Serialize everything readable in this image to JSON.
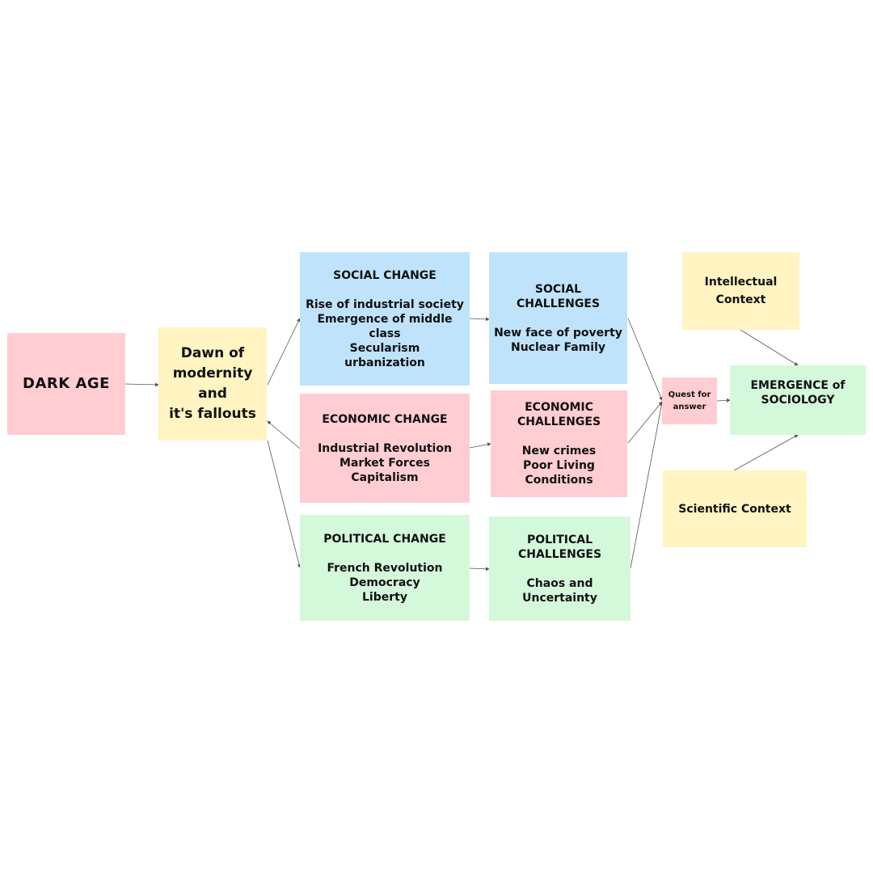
{
  "nodes": {
    "dark_age": "DARK AGE",
    "dawn": [
      "Dawn of",
      "modernity and",
      "it's fallouts"
    ],
    "social_change": {
      "title": "SOCIAL CHANGE",
      "lines": [
        "Rise of industrial society",
        "Emergence of middle",
        "class",
        "Secularism",
        "urbanization"
      ]
    },
    "economic_change": {
      "title": "ECONOMIC CHANGE",
      "lines": [
        "Industrial Revolution",
        "Market Forces",
        "Capitalism"
      ]
    },
    "political_change": {
      "title": "POLITICAL CHANGE",
      "lines": [
        "French Revolution",
        "Democracy",
        "Liberty"
      ]
    },
    "social_challenges": {
      "title": [
        "SOCIAL",
        "CHALLENGES"
      ],
      "lines": [
        "New face of poverty",
        "Nuclear Family"
      ]
    },
    "economic_challenges": {
      "title": [
        "ECONOMIC",
        "CHALLENGES"
      ],
      "lines": [
        "New crimes",
        "Poor Living",
        "Conditions"
      ]
    },
    "political_challenges": {
      "title": [
        "POLITICAL",
        "CHALLENGES"
      ],
      "lines": [
        "Chaos and",
        "Uncertainty"
      ]
    },
    "quest": [
      "Quest for",
      "answer"
    ],
    "intellectual": [
      "Intellectual",
      "Context"
    ],
    "scientific": "Scientific Context",
    "emergence": [
      "EMERGENCE of",
      "SOCIOLOGY"
    ]
  },
  "colors": {
    "pink": "#ffcdd2",
    "yellow": "#fff4c2",
    "blue": "#bfe3fb",
    "green": "#d4f8da",
    "edge": "#555555"
  }
}
